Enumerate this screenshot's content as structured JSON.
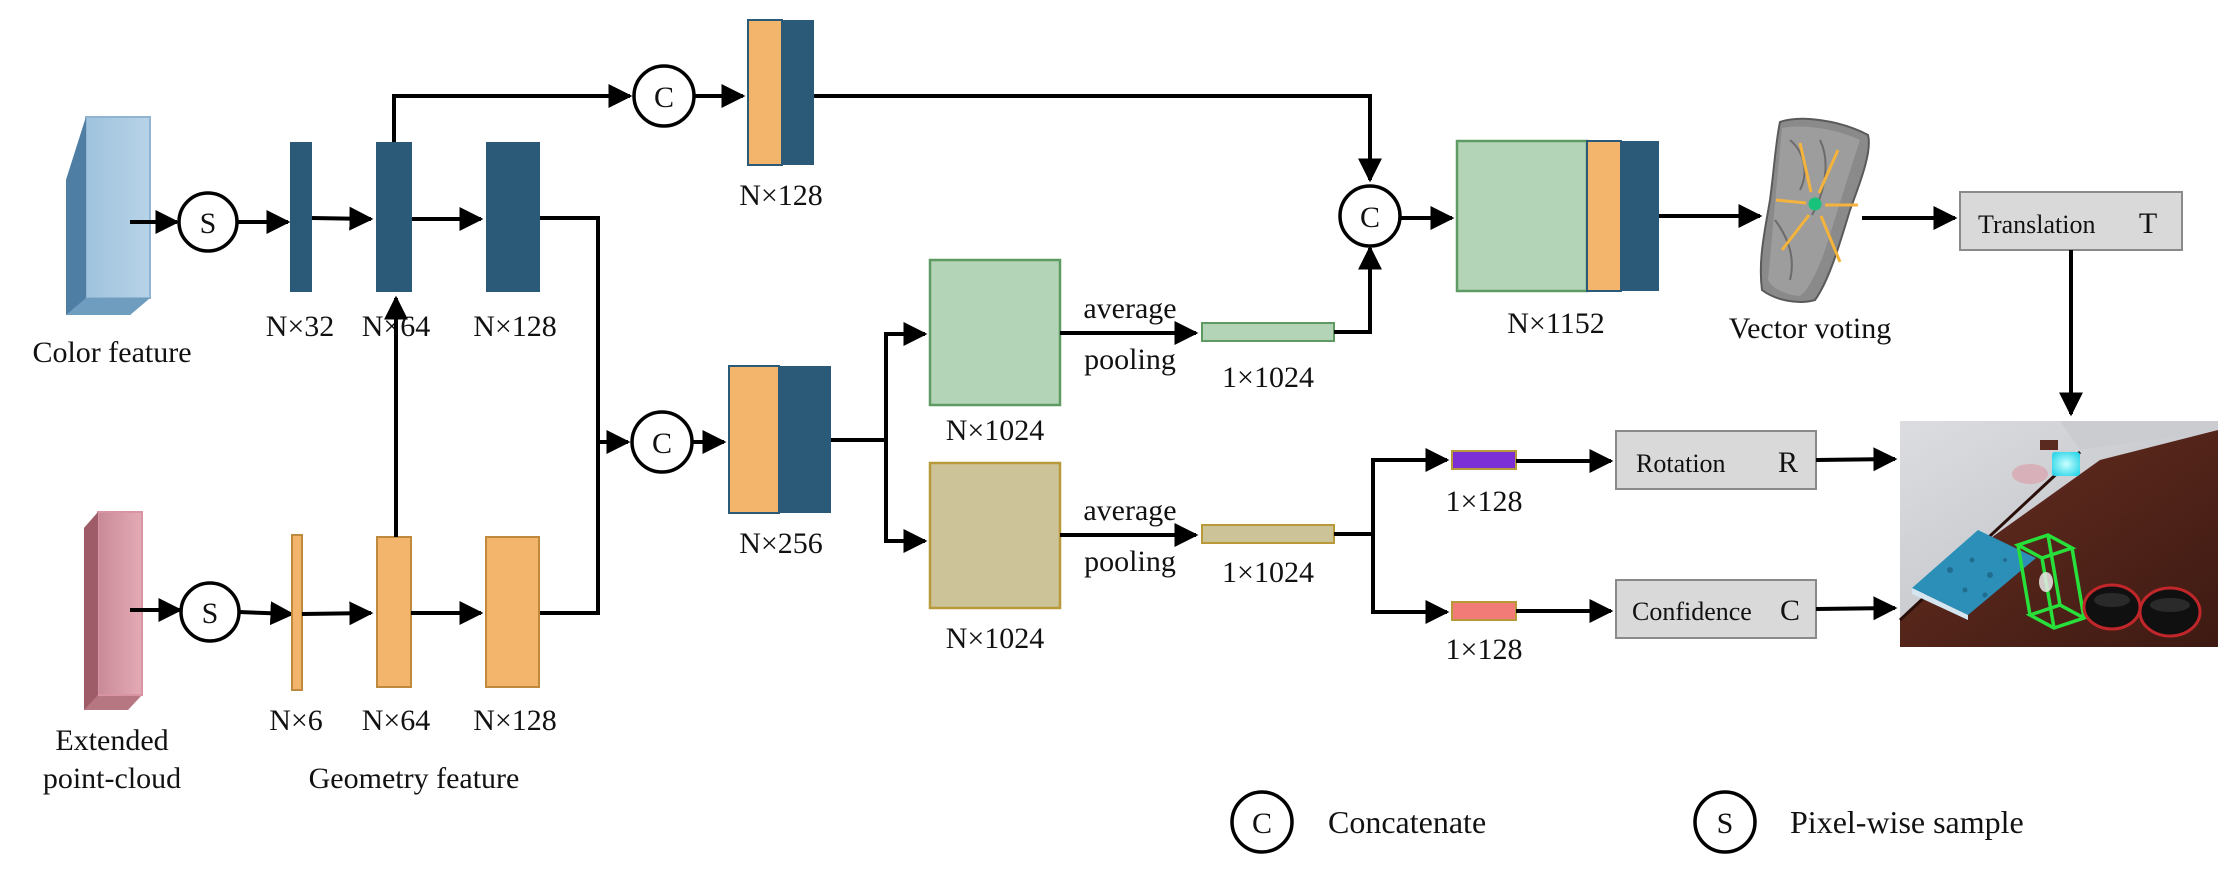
{
  "inputs": {
    "color_feature": "Color feature",
    "point_cloud_line1": "Extended",
    "point_cloud_line2": "point-cloud"
  },
  "ops": {
    "sample": "S",
    "concat": "C"
  },
  "dims": {
    "n32": "N×32",
    "n64_color": "N×64",
    "n128_color": "N×128",
    "n128_top": "N×128",
    "n6": "N×6",
    "n64_geo": "N×64",
    "n128_geo": "N×128",
    "n256": "N×256",
    "n1024_top": "N×1024",
    "n1024_bottom": "N×1024",
    "p1024_top": "1×1024",
    "p1024_bottom": "1×1024",
    "n1152": "N×1152",
    "r128": "1×128",
    "c128": "1×128"
  },
  "labels": {
    "geometry_feature": "Geometry feature",
    "avg_pool_top_1": "average",
    "avg_pool_top_2": "pooling",
    "avg_pool_bottom_1": "average",
    "avg_pool_bottom_2": "pooling",
    "vector_voting": "Vector voting"
  },
  "outputs": {
    "translation": "Translation",
    "translation_sym": "T",
    "rotation": "Rotation",
    "rotation_sym": "R",
    "confidence": "Confidence",
    "confidence_sym": "C"
  },
  "legend": {
    "concat_symbol": "C",
    "concat_text": "Concatenate",
    "sample_symbol": "S",
    "sample_text": "Pixel-wise sample"
  },
  "colors": {
    "navy": "#2b5a78",
    "orange": "#f3b46c",
    "green": "#b4d4b8",
    "khaki": "#cdc399",
    "purple": "#7b2fd4",
    "salmon": "#f27b78",
    "output_box": "#d9d9d9"
  }
}
